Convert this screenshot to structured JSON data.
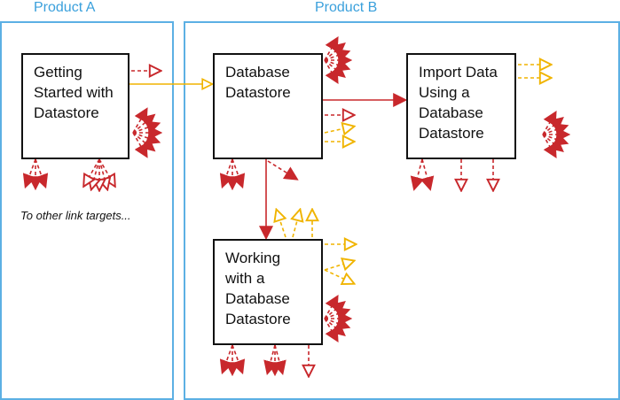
{
  "regions": [
    {
      "id": "product-a",
      "label": "Product A"
    },
    {
      "id": "product-b",
      "label": "Product B"
    }
  ],
  "topics": [
    {
      "id": "getting-started",
      "text": "Getting\nStarted with\nDatastore"
    },
    {
      "id": "database-datastore",
      "text": "Database\nDatastore"
    },
    {
      "id": "import-data",
      "text": "Import Data\nUsing a\nDatabase\nDatastore"
    },
    {
      "id": "working-with",
      "text": "Working\nwith a\nDatabase\nDatastore"
    }
  ],
  "note": "To other link targets...",
  "colors": {
    "frame": "#5cb0e4",
    "label": "#3aa0dc",
    "solid_link": "#c8282c",
    "dashed_link": "#c8282c",
    "secondary_link": "#f0b400",
    "box_border": "#111111"
  },
  "legend_semantics": {
    "solid_red": "primary link",
    "dashed_red": "other link targets",
    "yellow": "related link"
  }
}
